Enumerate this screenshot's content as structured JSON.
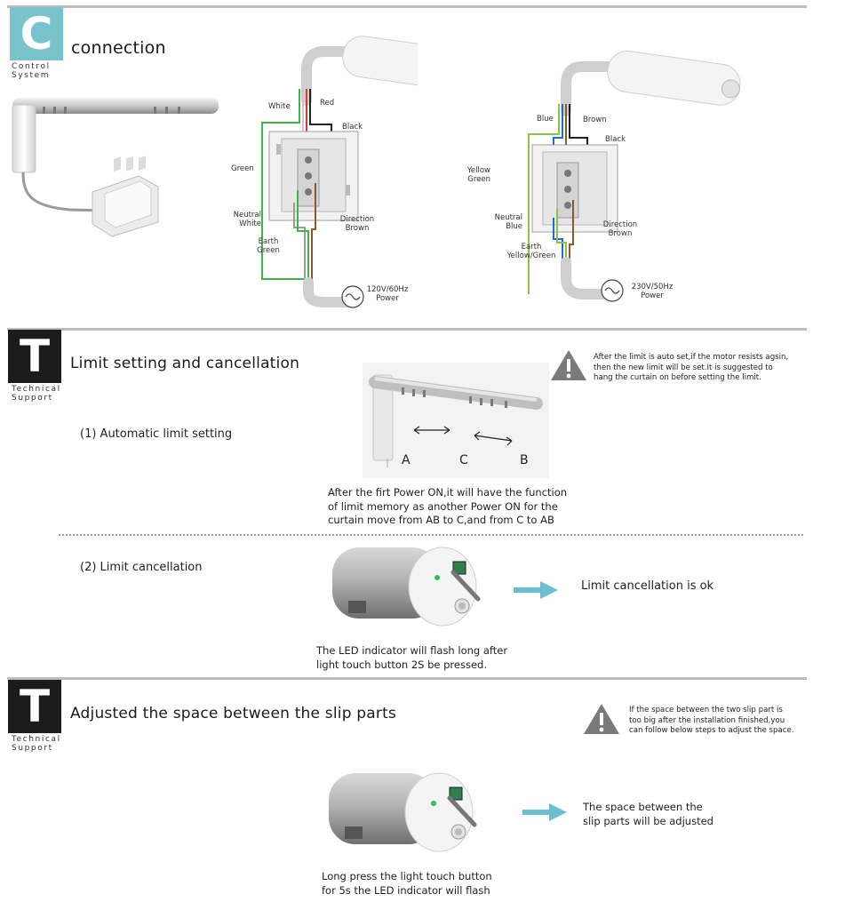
{
  "section_c": {
    "letter": "C",
    "sub_line1": "Control",
    "sub_line2": "System",
    "title": "connection"
  },
  "diagram_120": {
    "white": "White",
    "red": "Red",
    "black": "Black",
    "green": "Green",
    "neutral": "Neutral",
    "neutral_color": "White",
    "direction": "Direction",
    "direction_color": "Brown",
    "earth": "Earth",
    "earth_color": "Green",
    "power_v": "120V/60Hz",
    "power": "Power"
  },
  "diagram_230": {
    "blue": "Blue",
    "brown": "Brown",
    "black": "Black",
    "yellow": "Yellow",
    "green": "Green",
    "neutral": "Neutral",
    "neutral_color": "Blue",
    "direction": "Direction",
    "direction_color": "Brown",
    "earth": "Earth",
    "earth_color": "Yellow/Green",
    "power_v": "230V/50Hz",
    "power": "Power"
  },
  "section_limit": {
    "letter": "T",
    "sub_line1": "Technical",
    "sub_line2": "Support",
    "title": "Limit  setting  and  cancellation",
    "warning_lines": [
      "After the limit is auto set,if the motor resists agsin,",
      "then the new limit will be set.It is suggested to",
      "hang the curtain on before setting the limit."
    ],
    "auto_label": "(1)  Automatic  limit  setting",
    "track_a": "A",
    "track_c": "C",
    "track_b": "B",
    "auto_desc": [
      "After  the  firt  Power  ON,it  will  have  the  function",
      "of  limit  memory  as  another  Power  ON  for  the",
      "curtain  move  from  AB  to  C,and  from  C  to  AB"
    ],
    "cancel_label": "(2)  Limit  cancellation",
    "cancel_result": "Limit  cancellation  is  ok",
    "cancel_desc": [
      "The  LED  indicator  will  flash  long  after",
      "light  touch  button  2S  be  pressed."
    ]
  },
  "section_space": {
    "letter": "T",
    "sub_line1": "Technical",
    "sub_line2": "Support",
    "title": "Adjusted  the  space  between  the  slip  parts",
    "warning_lines": [
      "If the space between the two slip part is",
      "too big after the installation finished,you",
      "can follow below steps to adjust the space."
    ],
    "result_lines": [
      "The  space  between  the",
      "slip  parts  will  be  adjusted"
    ],
    "desc": [
      "Long  press  the  light  touch  button",
      "for  5s  the  LED  indicator  will  flash"
    ]
  },
  "colors": {
    "accent_teal": "#79c4cc",
    "arrow_teal": "#6dbfcf",
    "dark_box": "#1b1b1b",
    "rule_gray": "#bdbdbd",
    "warning_gray": "#777777"
  }
}
